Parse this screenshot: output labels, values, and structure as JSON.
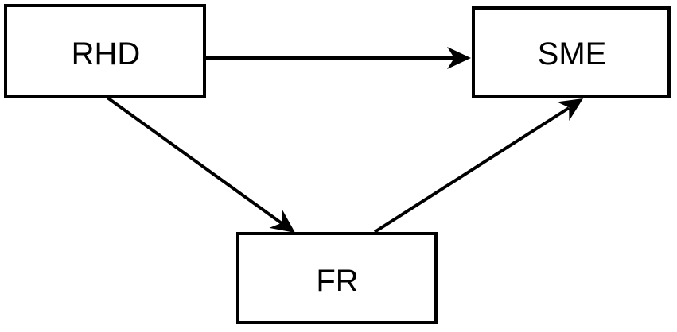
{
  "diagram": {
    "type": "path-diagram",
    "nodes": [
      {
        "id": "rhd",
        "label": "RHD",
        "position": "top-left"
      },
      {
        "id": "sme",
        "label": "SME",
        "position": "top-right"
      },
      {
        "id": "fr",
        "label": "FR",
        "position": "bottom-center"
      }
    ],
    "edges": [
      {
        "from": "RHD",
        "to": "SME",
        "style": "arrow"
      },
      {
        "from": "RHD",
        "to": "FR",
        "style": "arrow"
      },
      {
        "from": "FR",
        "to": "SME",
        "style": "arrow"
      }
    ],
    "colors": {
      "stroke": "#000000",
      "node_fill": "#ffffff",
      "background": "#ffffff"
    }
  }
}
